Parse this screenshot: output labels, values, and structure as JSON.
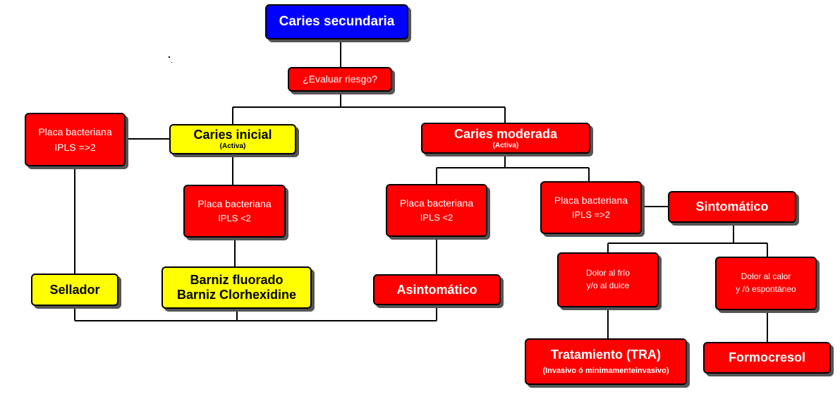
{
  "diagram": {
    "root": "Caries secundaria",
    "question": "¿Evaluar riesgo?",
    "caries_inicial": {
      "title": "Caries inicial",
      "sub": "(Activa)"
    },
    "caries_moderada": {
      "title": "Caries moderada",
      "sub": "(Activa)"
    },
    "placa_left": {
      "line1": "Placa bacteriana",
      "line2": "IPLS =>2"
    },
    "placa_mid_left": {
      "line1": "Placa bacteriana",
      "line2": "IPLS  <2"
    },
    "placa_mid_right": {
      "line1": "Placa bacteriana",
      "line2": "IPLS <2"
    },
    "placa_right": {
      "line1": "Placa bacteriana",
      "line2": "IPLS =>2"
    },
    "sellador": "Sellador",
    "barniz": {
      "line1": "Barniz fluorado",
      "line2": "Barniz Clorhexidine"
    },
    "asintomatico": "Asintomático",
    "sintomatico": "Sintomático",
    "dolor_frio": {
      "line1": "Dolor al frío",
      "line2": "y/o al dulce"
    },
    "dolor_calor": {
      "line1": "Dolor al calor",
      "line2": "y /ó espontáneo"
    },
    "tratamiento": {
      "line1": "Tratamiento  (TRA)",
      "line2": "(Invasivo ó minimamenteinvasivo)"
    },
    "formocresol": "Formocresol"
  }
}
